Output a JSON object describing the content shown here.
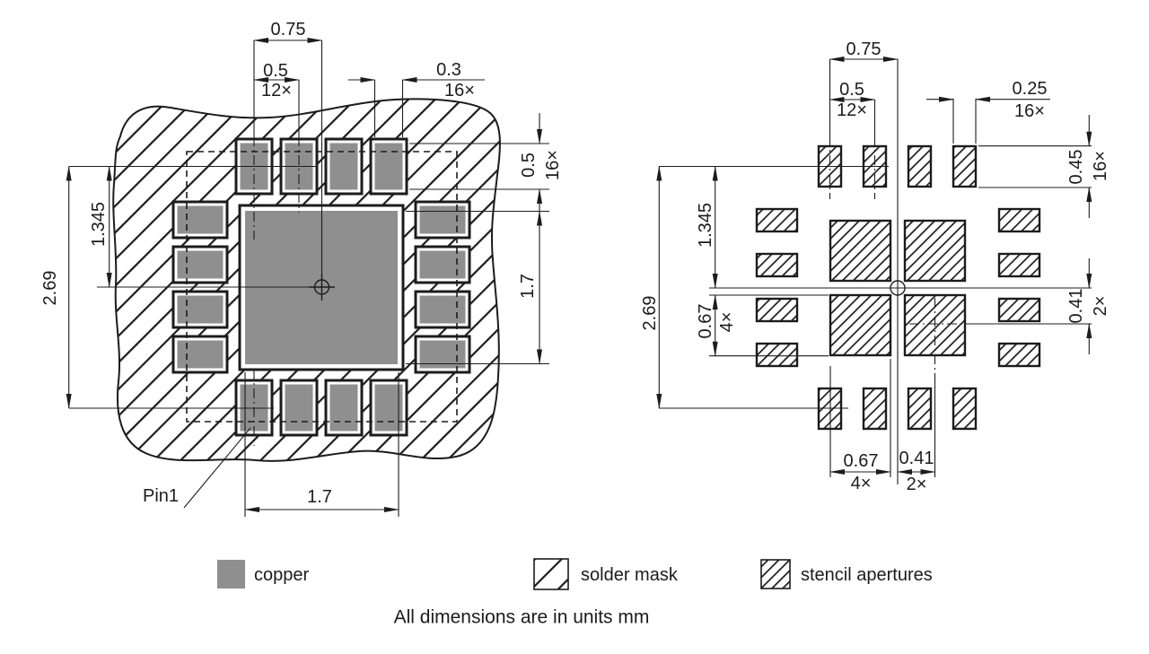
{
  "left_view": {
    "top": {
      "pitch_ref": "0.75",
      "pitch": "0.5",
      "pitch_count": "12×",
      "pad_width": "0.3",
      "pad_width_count": "16×"
    },
    "right": {
      "pad_length": "0.5",
      "pad_length_count": "16×",
      "center_pad_v": "1.7"
    },
    "left": {
      "span": "2.69",
      "half_span": "1.345"
    },
    "bottom": {
      "center_pad_h": "1.7",
      "pin1": "Pin1"
    }
  },
  "right_view": {
    "top": {
      "pitch_ref": "0.75",
      "pitch": "0.5",
      "pitch_count": "12×",
      "aperture_width": "0.25",
      "aperture_width_count": "16×"
    },
    "right": {
      "aperture_length": "0.45",
      "aperture_length_count": "16×",
      "offset_v": "0.41",
      "offset_v_count": "2×"
    },
    "left": {
      "span": "2.69",
      "half_span": "1.345",
      "square": "0.67",
      "square_count": "4×"
    },
    "bottom": {
      "square": "0.67",
      "square_count": "4×",
      "offset_h": "0.41",
      "offset_h_count": "2×"
    }
  },
  "legend": {
    "copper": "copper",
    "solder_mask": "solder mask",
    "stencil_apertures": "stencil apertures"
  },
  "footer": "All dimensions are in units mm",
  "colors": {
    "copper": "#8f8f8f",
    "line": "#1c1c1c",
    "background": "#ffffff"
  }
}
